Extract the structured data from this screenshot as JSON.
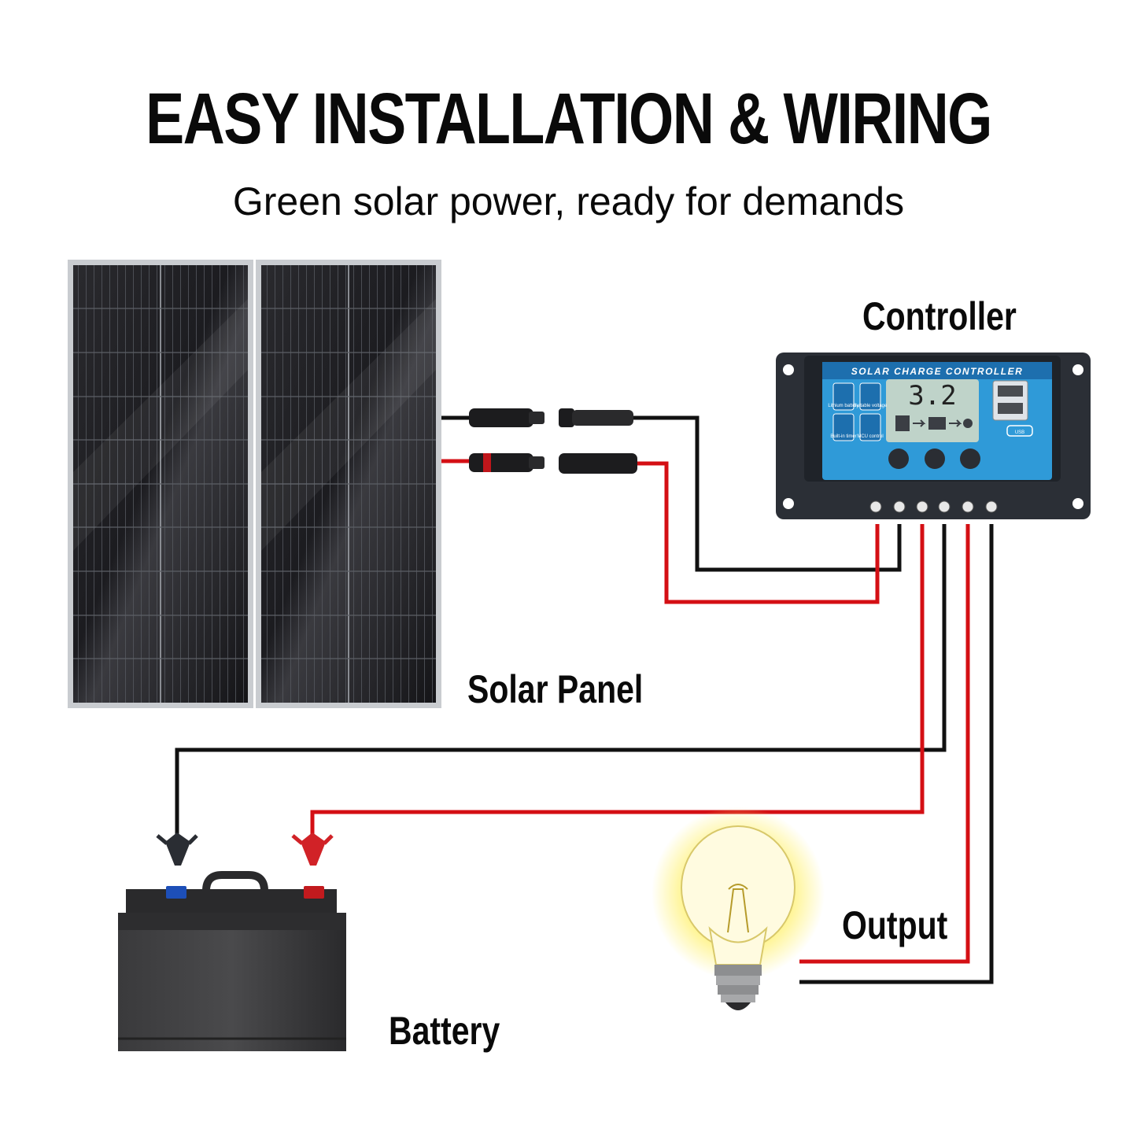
{
  "header": {
    "title": "EASY INSTALLATION & WIRING",
    "subtitle": "Green solar power, ready for demands"
  },
  "labels": {
    "controller": "Controller",
    "solar_panel": "Solar Panel",
    "output": "Output",
    "battery": "Battery"
  },
  "controller_device": {
    "face_title": "SOLAR CHARGE CONTROLLER",
    "lcd_reading": "3.2",
    "usb_label": "USB",
    "feature_icons": [
      "Lithium battery",
      "Suitable voltage",
      "Built-in timer",
      "MCU control"
    ]
  },
  "colors": {
    "positive_wire": "#d40f14",
    "negative_wire": "#111111",
    "controller_face": "#2f9ad8",
    "controller_body": "#2b2f36"
  }
}
